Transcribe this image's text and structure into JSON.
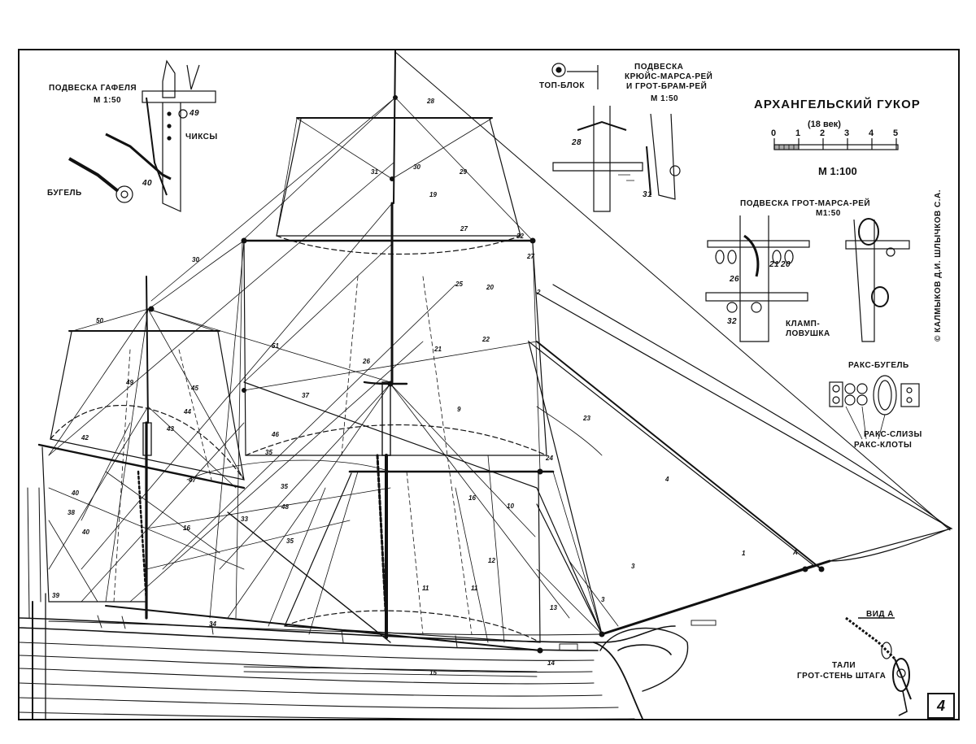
{
  "title": "АРХАНГЕЛЬСКИЙ ГУКОР",
  "century": "(18 век)",
  "scale": {
    "ticks": [
      "0",
      "1",
      "2",
      "3",
      "4",
      "5"
    ],
    "label": "М 1:100"
  },
  "copyright": "© КАЛМЫКОВ Д.И. ШЛЫЧКОВ С.А.",
  "page_number": "4",
  "insets": {
    "gaff": {
      "title": "ПОДВЕСКА ГАФЕЛЯ",
      "scale": "М 1:50",
      "parts": [
        "ЧИКСЫ",
        "БУГЕЛЬ"
      ],
      "numbers": [
        "49",
        "40"
      ]
    },
    "top_block": {
      "label": "ТОП-БЛОК"
    },
    "cross_jack": {
      "title_1": "ПОДВЕСКА",
      "title_2": "КРЮЙС-МАРСА-РЕЙ",
      "title_3": "И ГРОТ-БРАМ-РЕЙ",
      "scale": "М 1:50",
      "numbers": [
        "28",
        "31"
      ]
    },
    "main_topsail": {
      "title": "ПОДВЕСКА ГРОТ-МАРСА-РЕЙ",
      "scale": "М1:50",
      "parts": [
        "КЛАМП-",
        "ЛОВУШКА"
      ],
      "numbers": [
        "26",
        "21",
        "20",
        "32"
      ]
    },
    "parrel": {
      "title": "РАКС-БУГЕЛЬ",
      "parts": [
        "РАКС-СЛИЗЫ",
        "РАКС-КЛОТЫ"
      ]
    },
    "view_a": {
      "title": "ВИД А",
      "caption_1": "ТАЛИ",
      "caption_2": "ГРОТ-СТЕНЬ ШТАГА"
    }
  },
  "rigging_numbers": [
    "28",
    "30",
    "29",
    "31",
    "19",
    "27",
    "32",
    "27",
    "25",
    "20",
    "2",
    "22",
    "21",
    "30",
    "51",
    "50",
    "49",
    "45",
    "44",
    "43",
    "42",
    "26",
    "37",
    "9",
    "23",
    "46",
    "35",
    "24",
    "40",
    "47",
    "16",
    "38",
    "40",
    "35",
    "48",
    "33",
    "16",
    "10",
    "4",
    "35",
    "12",
    "1",
    "A",
    "3",
    "11",
    "11",
    "39",
    "13",
    "3",
    "15",
    "14",
    "34"
  ],
  "colors": {
    "ink": "#111111",
    "paper": "#ffffff"
  }
}
